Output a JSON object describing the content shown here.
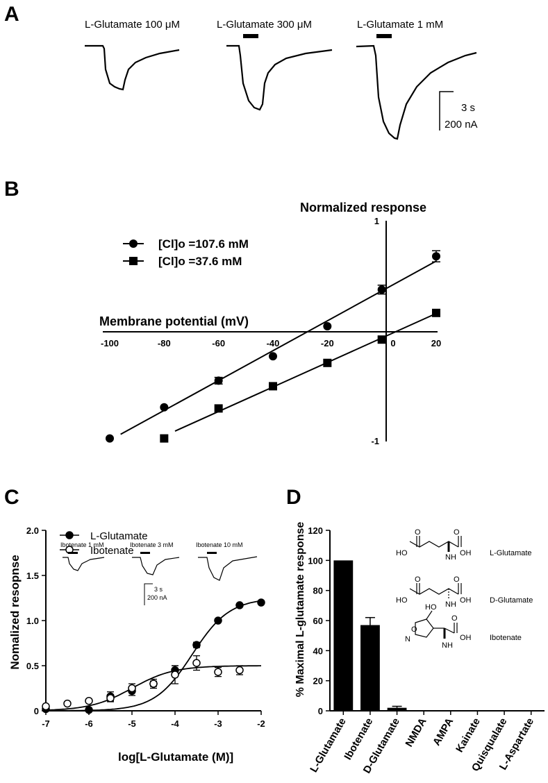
{
  "panels": {
    "a": "A",
    "b": "B",
    "c": "C",
    "d": "D"
  },
  "panel_a": {
    "traces": [
      {
        "label": "L-Glutamate 100 μM"
      },
      {
        "label": "L-Glutamate 300 μM"
      },
      {
        "label": "L-Glutamate 1 mM"
      }
    ],
    "scale_time": "3 s",
    "scale_current": "200 nA"
  },
  "panel_c_inset": {
    "traces": [
      {
        "label": "Ibotenate 1 mM"
      },
      {
        "label": "Ibotenate 3 mM"
      },
      {
        "label": "Ibotenate 10 mM"
      }
    ],
    "scale_time": "3 s",
    "scale_current": "200 nA"
  },
  "panel_d_structures": {
    "names": [
      "L-Glutamate",
      "D-Glutamate",
      "Ibotenate"
    ]
  },
  "chart_data": [
    {
      "panel": "B",
      "type": "line",
      "xlabel": "Membrane potential (mV)",
      "ylabel": "Normalized response",
      "xlim": [
        -100,
        20
      ],
      "ylim": [
        -1,
        1
      ],
      "x_ticks": [
        "-100",
        "-80",
        "-60",
        "-40",
        "-20",
        "0",
        "20"
      ],
      "y_ticks": [
        "1",
        "-1"
      ],
      "legend_position": "top-left",
      "series": [
        {
          "name": "[Cl]o =107.6 mM",
          "marker": "circle",
          "x": [
            -100,
            -80,
            -60,
            -40,
            -20,
            0,
            20
          ],
          "y": [
            -0.96,
            -0.68,
            -0.44,
            -0.22,
            0.05,
            0.38,
            0.68
          ],
          "err": [
            0,
            0,
            0.03,
            0,
            0,
            0.04,
            0.05
          ]
        },
        {
          "name": "[Cl]o =37.6 mM",
          "marker": "square",
          "x": [
            -80,
            -60,
            -40,
            -20,
            0,
            20
          ],
          "y": [
            -0.96,
            -0.69,
            -0.49,
            -0.28,
            -0.07,
            0.17
          ],
          "err": [
            0,
            0,
            0,
            0,
            0,
            0
          ]
        }
      ]
    },
    {
      "panel": "C",
      "type": "scatter",
      "xlabel": "log[L-Glutamate (M)]",
      "ylabel": "Nomalized resopnse",
      "xlim": [
        -7,
        -2
      ],
      "ylim": [
        0,
        2.0
      ],
      "x_ticks": [
        "-7",
        "-6",
        "-5",
        "-4",
        "-3",
        "-2"
      ],
      "y_ticks": [
        "0",
        "0.5",
        "1.0",
        "1.5",
        "2.0"
      ],
      "legend_position": "top-left",
      "series": [
        {
          "name": "L-Glutamate",
          "marker": "filled-circle",
          "x": [
            -7,
            -6,
            -5.5,
            -5,
            -4.5,
            -4,
            -3.5,
            -3,
            -2.5,
            -2
          ],
          "y": [
            0.02,
            0.01,
            0.16,
            0.22,
            0.3,
            0.45,
            0.73,
            1.0,
            1.17,
            1.2
          ],
          "err": [
            0,
            0,
            0.05,
            0.05,
            0.05,
            0.05,
            0.03,
            0,
            0,
            0
          ],
          "fit": {
            "bottom": 0,
            "top": 1.25,
            "logEC50": -3.6,
            "hill": 1.0
          }
        },
        {
          "name": "Ibotenate",
          "marker": "open-circle",
          "x": [
            -7,
            -6.5,
            -6,
            -5.5,
            -5,
            -4.5,
            -4,
            -3.5,
            -3,
            -2.5
          ],
          "y": [
            0.05,
            0.08,
            0.11,
            0.14,
            0.25,
            0.3,
            0.4,
            0.53,
            0.43,
            0.45
          ],
          "err": [
            0,
            0,
            0,
            0.04,
            0.05,
            0.03,
            0.1,
            0.08,
            0.05,
            0.05
          ],
          "fit": {
            "bottom": 0,
            "top": 0.5,
            "logEC50": -5.0,
            "hill": 0.9
          }
        }
      ]
    },
    {
      "panel": "D",
      "type": "bar",
      "ylabel": "% Maximal L-glutamate response",
      "ylim": [
        0,
        120
      ],
      "y_ticks": [
        "0",
        "20",
        "40",
        "60",
        "80",
        "100",
        "120"
      ],
      "categories": [
        "L-Glutamate",
        "Ibotenate",
        "D-Glutamate",
        "NMDA",
        "AMPA",
        "Kainate",
        "Quisqualate",
        "L-Aspartate"
      ],
      "values": [
        100,
        57,
        2,
        0,
        0,
        0,
        0,
        0
      ],
      "err": [
        0,
        5,
        1,
        0,
        0,
        0,
        0,
        0
      ]
    }
  ]
}
